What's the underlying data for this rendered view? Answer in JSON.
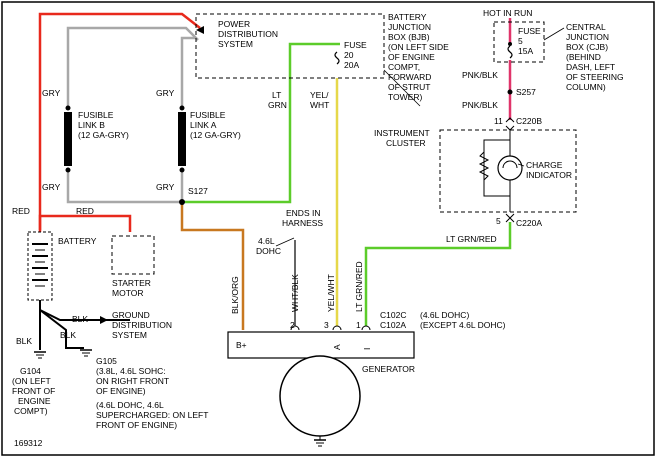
{
  "diagram_id": "169312",
  "labels": {
    "pds": [
      "POWER",
      "DISTRIBUTION",
      "SYSTEM"
    ],
    "bjb": [
      "BATTERY",
      "JUNCTION",
      "BOX (BJB)",
      "(ON LEFT SIDE",
      "OF ENGINE",
      "COMPT,",
      "FORWARD",
      "OF STRUT",
      "TOWER)"
    ],
    "fuse20": [
      "FUSE",
      "20",
      "20A"
    ],
    "hot_in_run": "HOT IN RUN",
    "fuse5": [
      "FUSE",
      "5",
      "15A"
    ],
    "cjb": [
      "CENTRAL",
      "JUNCTION",
      "BOX (CJB)",
      "(BEHIND",
      "DASH, LEFT",
      "OF STEERING",
      "COLUMN)"
    ],
    "pnk_blk_1": "PNK/BLK",
    "s257": "S257",
    "pnk_blk_2": "PNK/BLK",
    "pin11": "11",
    "c220b": "C220B",
    "instrument_cluster": [
      "INSTRUMENT",
      "CLUSTER"
    ],
    "charge_indicator": [
      "CHARGE",
      "INDICATOR"
    ],
    "pin5": "5",
    "c220a": "C220A",
    "lt_grn_red_h": "LT GRN/RED",
    "gry_left_top": "GRY",
    "gry_left_bottom": "GRY",
    "gry_right_top": "GRY",
    "gry_right_bottom": "GRY",
    "fusible_link_b": [
      "FUSIBLE",
      "LINK B",
      "(12 GA-GRY)"
    ],
    "fusible_link_a": [
      "FUSIBLE",
      "LINK A",
      "(12 GA-GRY)"
    ],
    "lt_grn": [
      "LT",
      "GRN"
    ],
    "yel_wht_top": [
      "YEL/",
      "WHT"
    ],
    "s127": "S127",
    "red_left": "RED",
    "red_top": "RED",
    "battery": "BATTERY",
    "starter_motor": [
      "STARTER",
      "MOTOR"
    ],
    "ends_in_harness": [
      "ENDS IN",
      "HARNESS"
    ],
    "dohc_46": [
      "4.6L",
      "DOHC"
    ],
    "blk_org": "BLK/ORG",
    "wht_blk": "WHT/BLK",
    "yel_wht_v": "YEL/WHT",
    "lt_grn_red_v": "LT GRN/RED",
    "pin2": "2",
    "pin3": "3",
    "pin1": "1",
    "c102c": "C102C",
    "c102a": "C102A",
    "c102c_note": "(4.6L DOHC)",
    "c102a_note": "(EXCEPT 4.6L DOHC)",
    "term_bplus": "B+",
    "term_a": "A",
    "term_i": "I",
    "generator": "GENERATOR",
    "blk_top": "BLK",
    "blk_mid": "BLK",
    "blk_left": "BLK",
    "ground_dist": [
      "GROUND",
      "DISTRIBUTION",
      "SYSTEM"
    ],
    "g104": [
      "G104",
      "(ON LEFT",
      "FRONT OF",
      "ENGINE",
      "COMPT)"
    ],
    "g105": [
      "G105",
      "(3.8L, 4.6L SOHC:",
      "ON RIGHT FRONT",
      "OF ENGINE)",
      "(4.6L DOHC, 4.6L",
      "SUPERCHARGED: ON LEFT",
      "FRONT OF ENGINE)"
    ]
  },
  "wire_colors": {
    "red": "#e8291c",
    "gray": "#a8a8a8",
    "lt_grn": "#5ccc2a",
    "yel_wht": "#e6d84a",
    "pnk_blk": "#e0346a",
    "blk_org": "#c87820",
    "black": "#000000"
  }
}
